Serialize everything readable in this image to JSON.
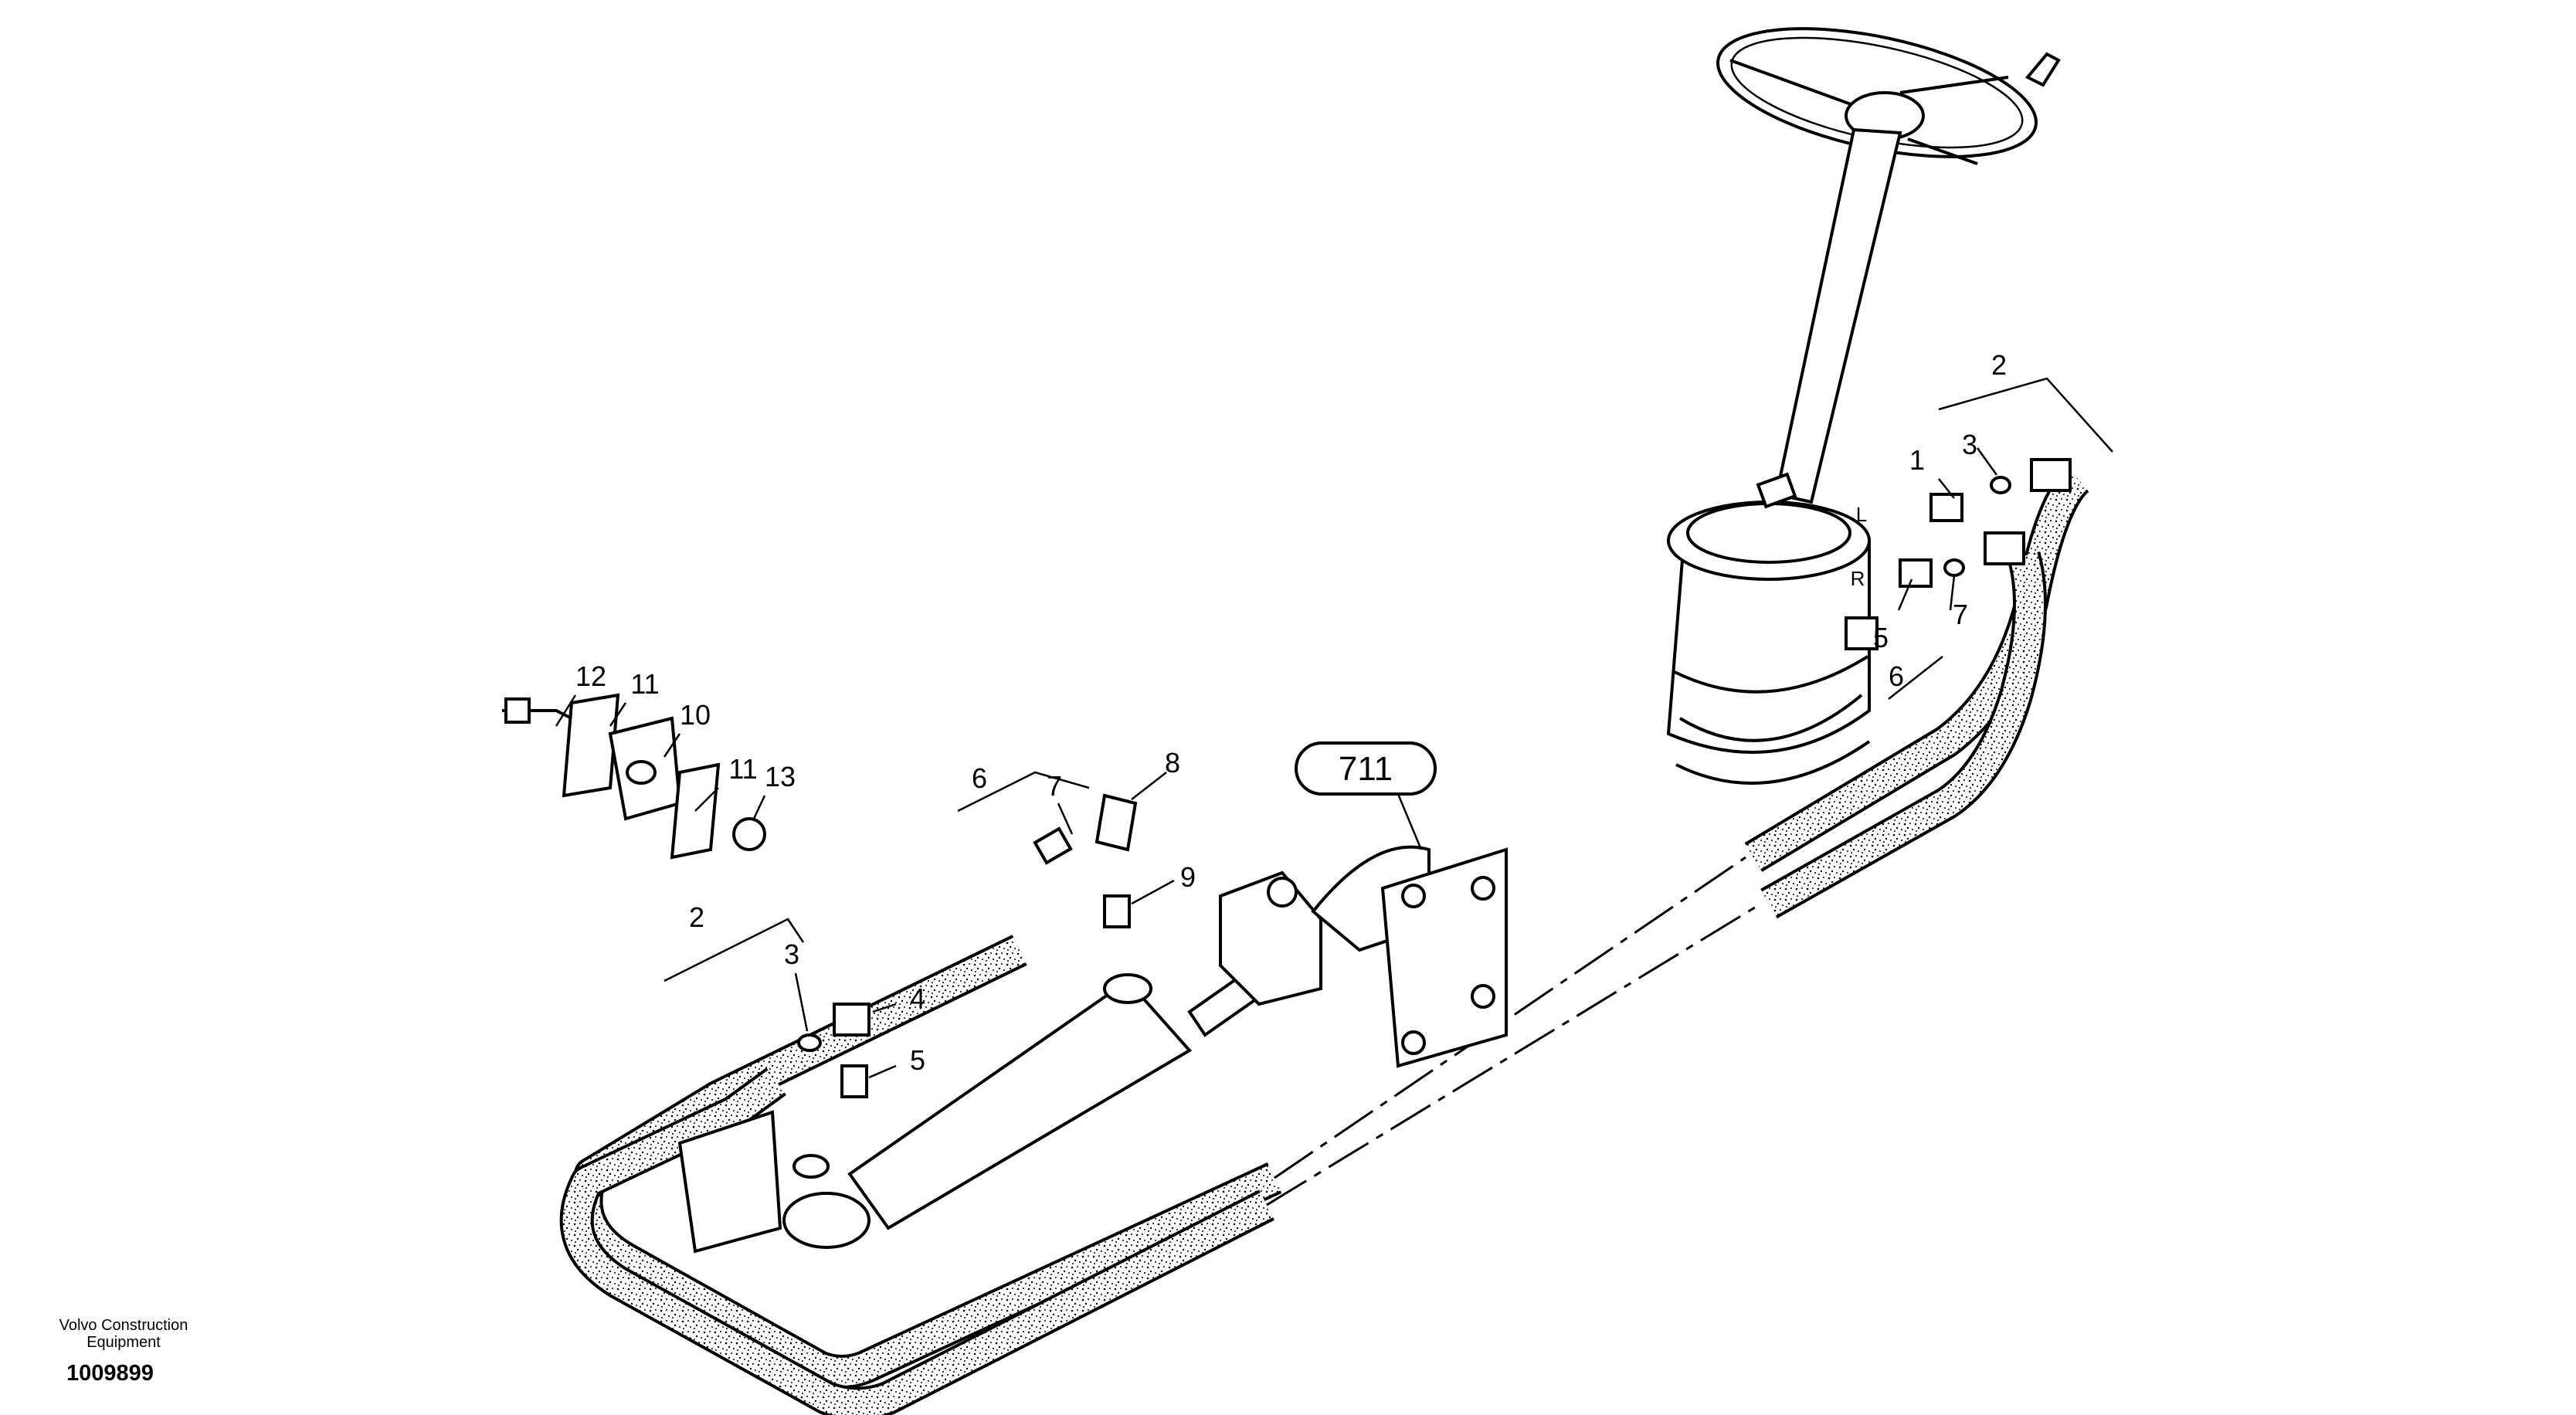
{
  "diagram": {
    "reference_box": "711",
    "labels": {
      "lbl_12": "12",
      "lbl_11a": "11",
      "lbl_10": "10",
      "lbl_11b": "11",
      "lbl_13": "13",
      "lbl_6a": "6",
      "lbl_7a": "7",
      "lbl_8": "8",
      "lbl_9": "9",
      "lbl_2a": "2",
      "lbl_3a": "3",
      "lbl_4": "4",
      "lbl_5a": "5",
      "lbl_2b": "2",
      "lbl_1": "1",
      "lbl_3b": "3",
      "lbl_5b": "5",
      "lbl_7b": "7",
      "lbl_6b": "6"
    },
    "port_marks": {
      "left": "L",
      "right": "R"
    }
  },
  "footer": {
    "brand_line1": "Volvo Construction",
    "brand_line2": "Equipment",
    "drawing_number": "1009899"
  }
}
